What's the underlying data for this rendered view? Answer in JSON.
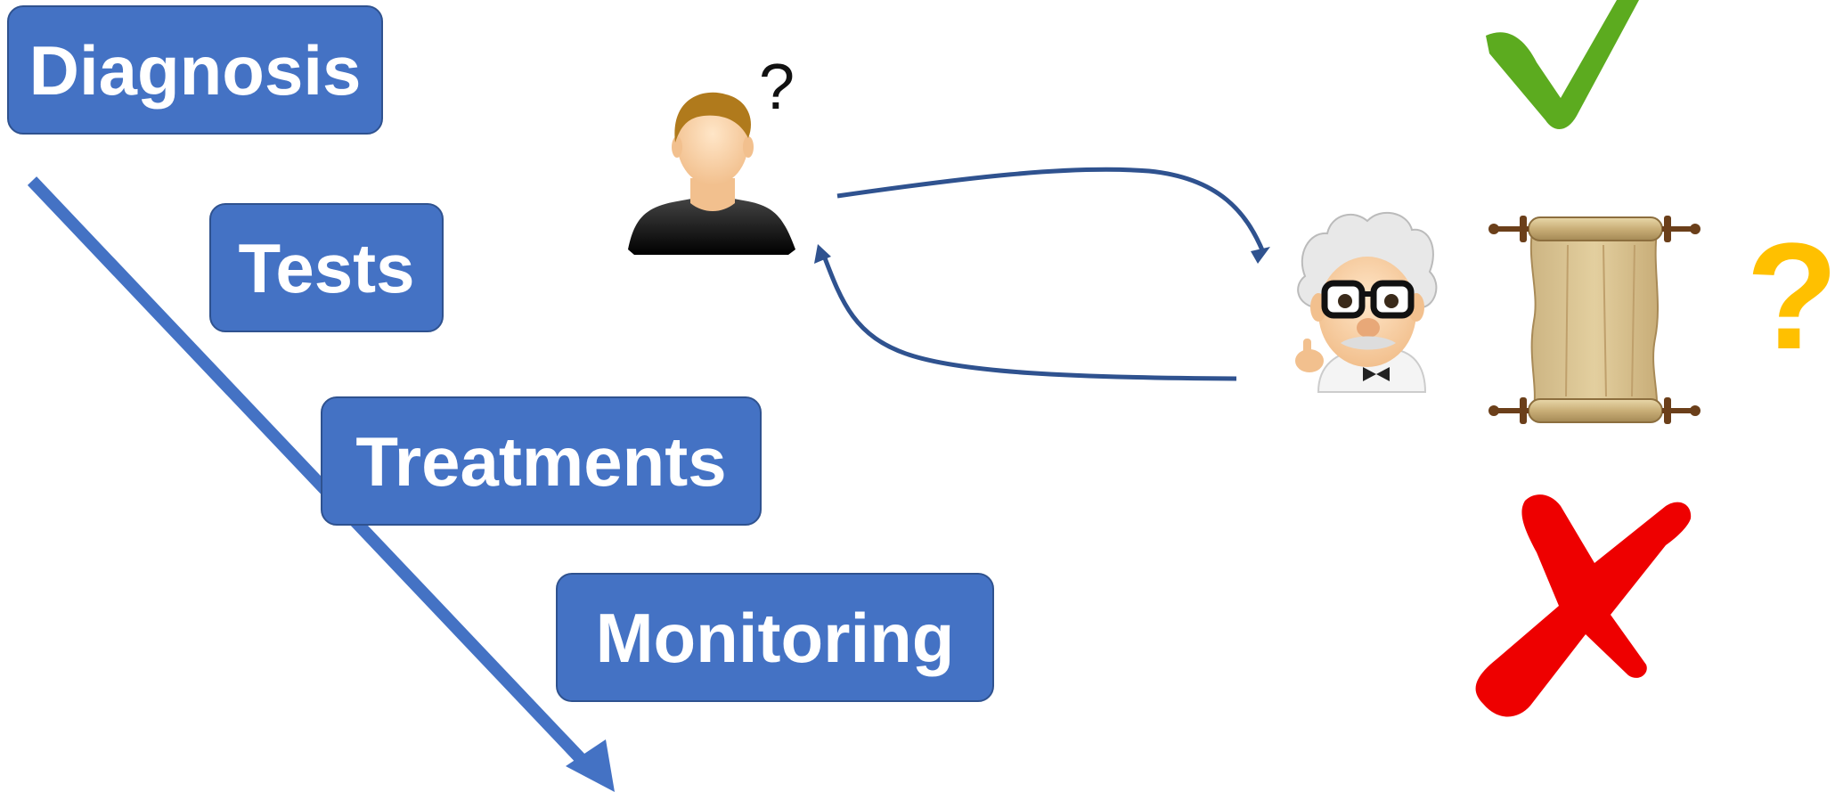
{
  "steps": {
    "diagnosis": "Diagnosis",
    "tests": "Tests",
    "treatments": "Treatments",
    "monitoring": "Monitoring"
  },
  "patient": {
    "question_mark": "?"
  },
  "scroll": {
    "question_mark": "?"
  },
  "icons": {
    "patient": "person-icon",
    "doctor": "doctor-cartoon-icon",
    "scroll": "scroll-icon",
    "correct": "checkmark-icon",
    "wrong": "cross-icon"
  },
  "colors": {
    "box_fill": "#4472c4",
    "box_border": "#2f528f",
    "arrow": "#4472c4",
    "flow_arrow": "#2f528f",
    "check": "#5cab1f",
    "cross": "#ee0000",
    "question_yellow": "#ffc000"
  }
}
